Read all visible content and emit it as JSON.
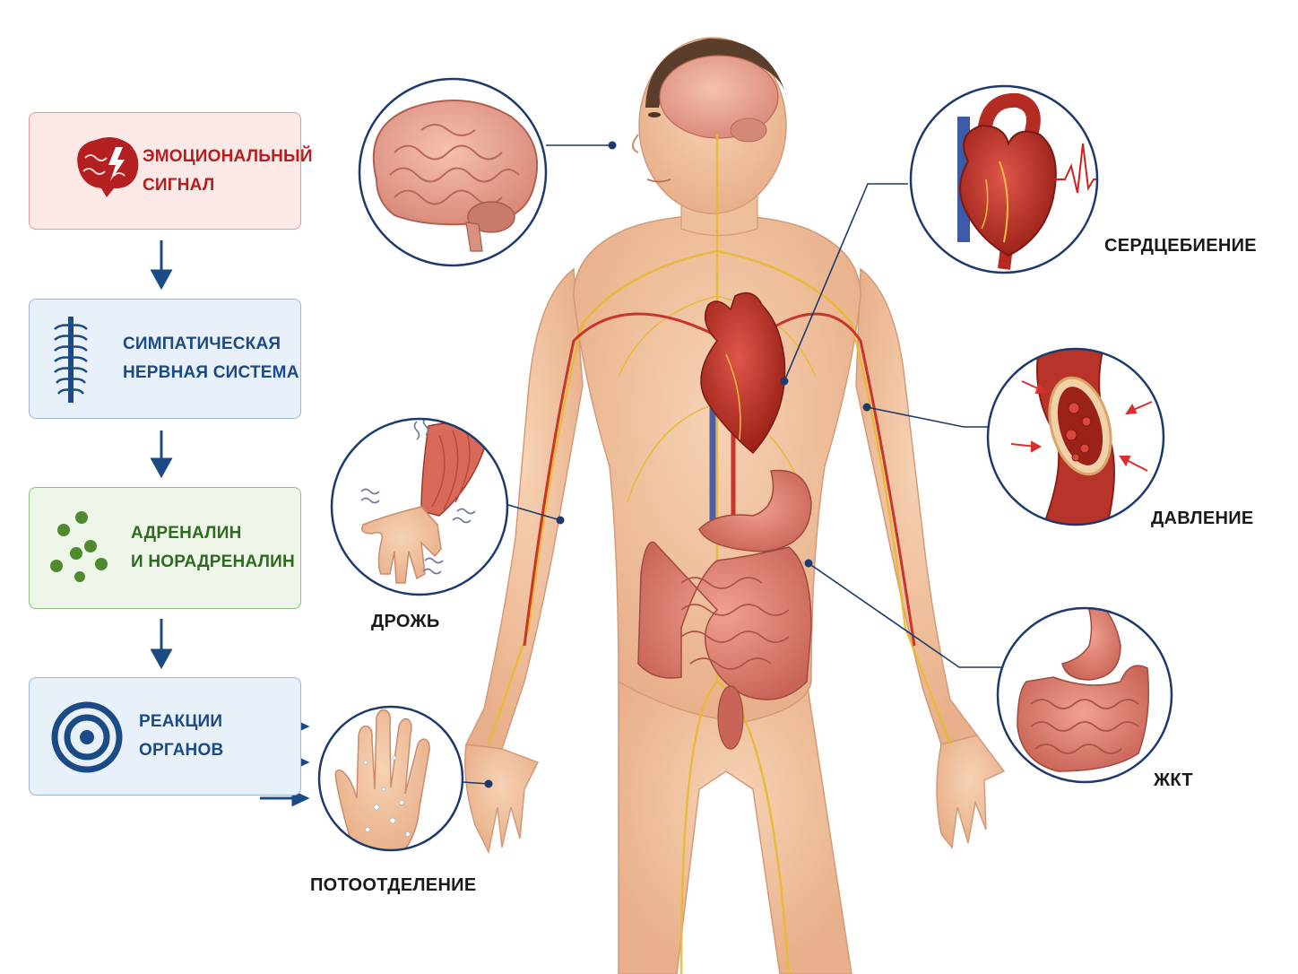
{
  "flow": {
    "emotion": {
      "label": "ЭМОЦИОНАЛЬНЫЙ\nСИГНАЛ",
      "icon": "brain-lightning-icon",
      "color": "#b3201f"
    },
    "sns": {
      "label": "СИМПАТИЧЕСКАЯ\nНЕРВНАЯ СИСТЕМА",
      "icon": "spine-icon",
      "color": "#1c4a85"
    },
    "hormones": {
      "label": "АДРЕНАЛИН\nИ НОРАДРЕНАЛИН",
      "icon": "molecules-icon",
      "color": "#2f6b1e"
    },
    "organs": {
      "label": "РЕАКЦИИ\nОРГАНОВ",
      "icon": "target-icon",
      "color": "#1c4a85"
    }
  },
  "labels": {
    "heartbeat": "СЕРДЦЕБИЕНИЕ",
    "pressure": "ДАВЛЕНИЕ",
    "gi": "ЖКТ",
    "tremor": "ДРОЖЬ",
    "sweat": "ПОТООТДЕЛЕНИЕ"
  },
  "colors": {
    "arrow": "#1c4a85",
    "skin": "#f2c4a0",
    "nerve": "#e8b931",
    "artery": "#c8352b",
    "vein": "#4a5fa8"
  }
}
